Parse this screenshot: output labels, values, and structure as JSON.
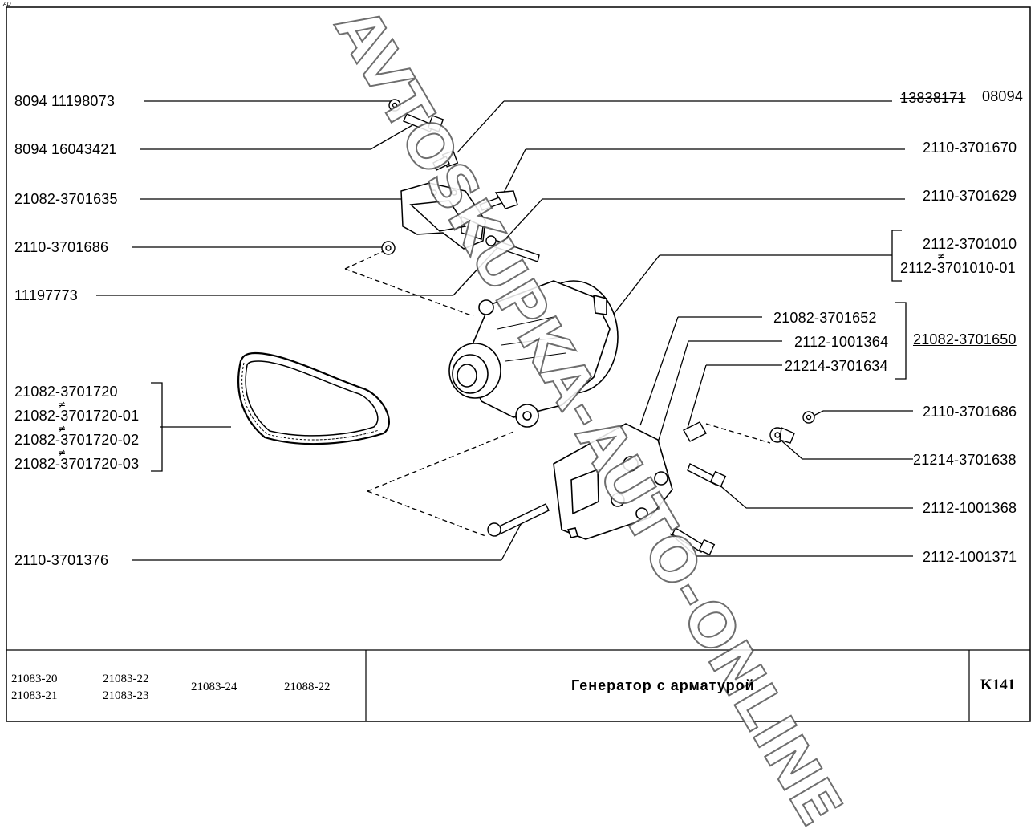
{
  "corner_mark": "AD",
  "labels_left": [
    {
      "id": "l1",
      "text": "8094  11198073"
    },
    {
      "id": "l2",
      "text": "8094  16043421"
    },
    {
      "id": "l3",
      "text": "21082-3701635"
    },
    {
      "id": "l4",
      "text": "2110-3701686"
    },
    {
      "id": "l5",
      "text": "11197773"
    },
    {
      "id": "l6",
      "text": "21082-3701720"
    },
    {
      "id": "l7",
      "text": "21082-3701720-01"
    },
    {
      "id": "l8",
      "text": "21082-3701720-02"
    },
    {
      "id": "l9",
      "text": "21082-3701720-03"
    },
    {
      "id": "l10",
      "text": "2110-3701376"
    }
  ],
  "labels_right": [
    {
      "id": "r1a",
      "text": "13838171"
    },
    {
      "id": "r1b",
      "text": "08094"
    },
    {
      "id": "r2",
      "text": "2110-3701670"
    },
    {
      "id": "r3",
      "text": "2110-3701629"
    },
    {
      "id": "r4",
      "text": "2112-3701010"
    },
    {
      "id": "r5",
      "text": "2112-3701010-01"
    },
    {
      "id": "r6",
      "text": "21082-3701652"
    },
    {
      "id": "r7",
      "text": "2112-1001364"
    },
    {
      "id": "r8",
      "text": "21214-3701634"
    },
    {
      "id": "r9",
      "text": "21082-3701650"
    },
    {
      "id": "r10",
      "text": "2110-3701686"
    },
    {
      "id": "r11",
      "text": "21214-3701638"
    },
    {
      "id": "r12",
      "text": "2112-1001368"
    },
    {
      "id": "r13",
      "text": "2112-1001371"
    }
  ],
  "neq_symbol": "≠",
  "footer": {
    "models": [
      "21083-20",
      "21083-21",
      "21083-22",
      "21083-23",
      "21083-24",
      "21088-22"
    ],
    "title": "Генератор с арматурой",
    "code": "K141"
  },
  "watermark": "AVTOSKUPKA-AUTO-ONLINE"
}
